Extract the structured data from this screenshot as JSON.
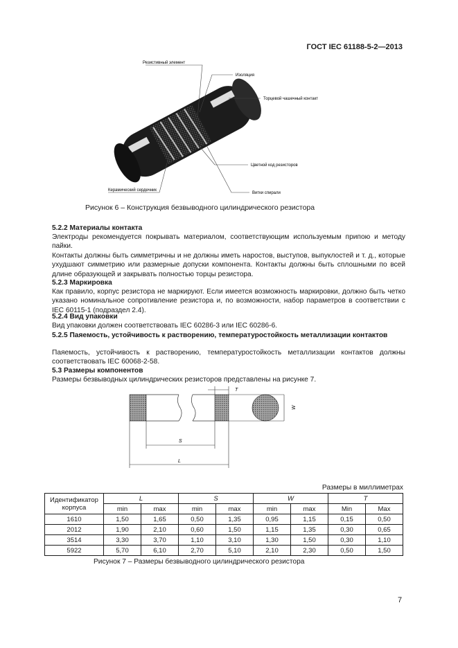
{
  "header": {
    "standard": "ГОСТ IEC 61188-5-2—2013"
  },
  "figure6": {
    "labels": {
      "resistive": "Резистивный элемент",
      "insulation": "Изоляция",
      "end_cap": "Торцевой чашечный контакт",
      "color_code": "Цветной код резисторов",
      "ceramic": "Керамический сердечник",
      "spiral": "Витки спирали"
    },
    "caption": "Рисунок 6 – Конструкция безвыводного цилиндрического резистора"
  },
  "sections": {
    "s522_title": "5.2.2 Материалы контакта",
    "s522_p1": "Электроды рекомендуется покрывать материалом, соответствующим используемым припою и методу пайки.",
    "s522_p2": "Контакты должны быть симметричны и не должны иметь наростов, выступов, выпуклостей и т. д., которые ухудшают симметрию или размерные допуски компонента. Контакты должны быть сплошными по всей длине образующей и закрывать полностью торцы резистора.",
    "s523_title": "5.2.3 Маркировка",
    "s523_p1": "Как правило, корпус резистора не маркируют. Если имеется возможность маркировки, должно быть четко указано номинальное сопротивление резистора и, по возможности, набор параметров в соответствии с IEC 60115-1 (подраздел 2.4).",
    "s524_title": "5.2.4 Вид упаковки",
    "s524_p1": "Вид упаковки должен соответствовать IEC 60286-3 или IEC 60286-6.",
    "s525_title": "5.2.5 Паяемость, устойчивость к растворению, температуростойкость металлизации контактов",
    "s525_p1": "Паяемость, устойчивость к растворению, температуростойкость металлизации контактов должны соответствовать IEC 60068-2-58.",
    "s53_title": "5.3 Размеры компонентов",
    "s53_p1": "Размеры безвыводных цилиндрических резисторов представлены на рисунке 7."
  },
  "figure7": {
    "dim_labels": {
      "T": "T",
      "S": "S",
      "L": "L",
      "W": "W"
    },
    "units_note": "Размеры в миллиметрах",
    "caption": "Рисунок 7 – Размеры безвыводного цилиндрического резистора"
  },
  "table": {
    "id_header": "Идентификатор корпуса",
    "groups": [
      "L",
      "S",
      "W",
      "T"
    ],
    "subheaders": [
      "min",
      "max",
      "min",
      "max",
      "min",
      "max",
      "Min",
      "Max"
    ],
    "rows": [
      [
        "1610",
        "1,50",
        "1,65",
        "0,50",
        "1,35",
        "0,95",
        "1,15",
        "0,15",
        "0,50"
      ],
      [
        "2012",
        "1,90",
        "2,10",
        "0,60",
        "1,50",
        "1,15",
        "1,35",
        "0,30",
        "0,65"
      ],
      [
        "3514",
        "3,30",
        "3,70",
        "1,10",
        "3,10",
        "1,30",
        "1,50",
        "0,30",
        "1,10"
      ],
      [
        "5922",
        "5,70",
        "6,10",
        "2,70",
        "5,10",
        "2,10",
        "2,30",
        "0,50",
        "1,50"
      ]
    ]
  },
  "page_number": "7"
}
